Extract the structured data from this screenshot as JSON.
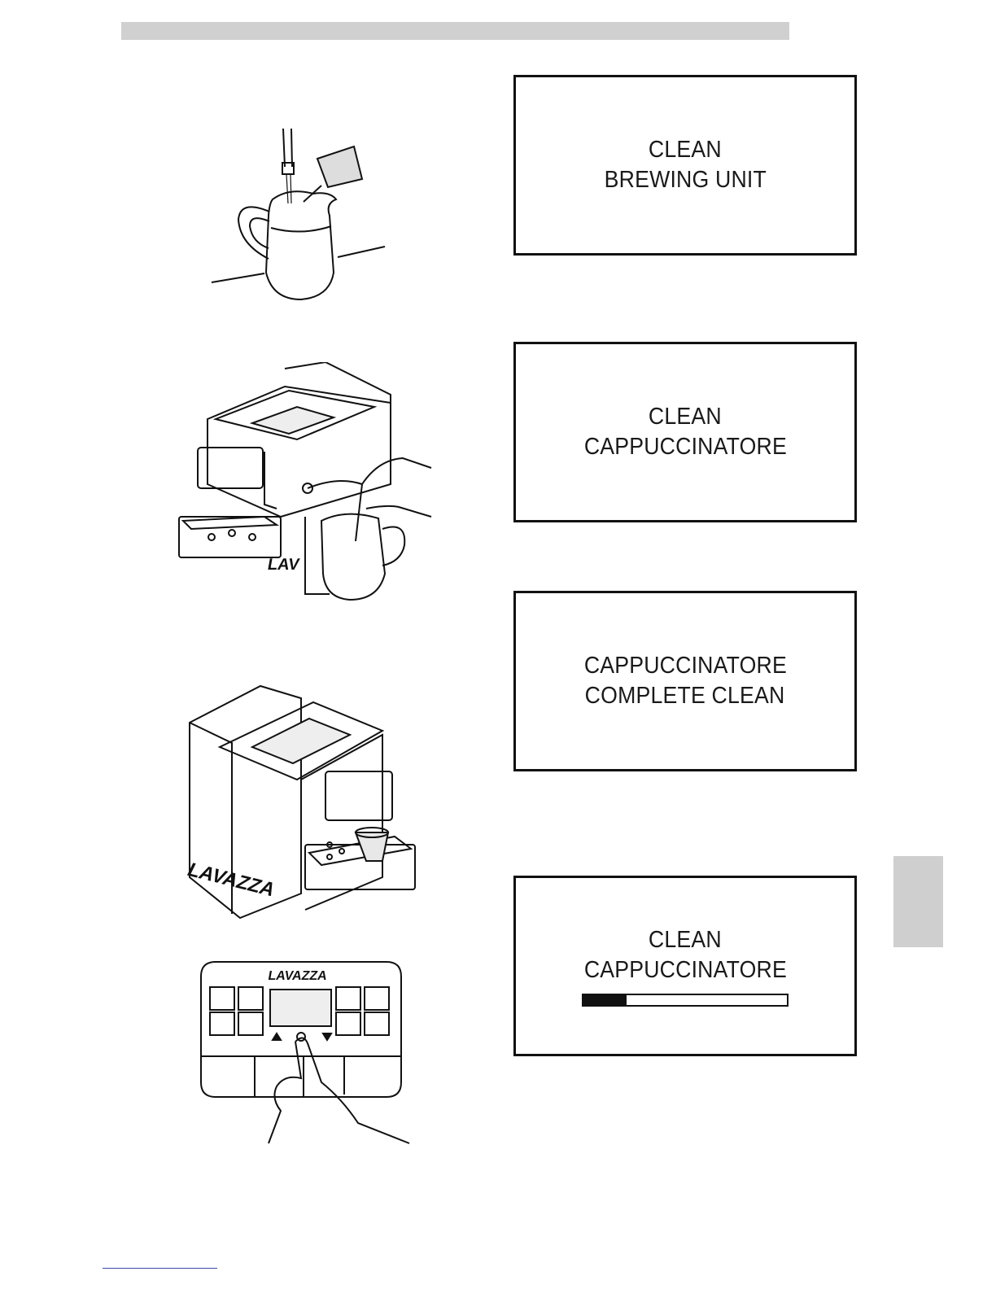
{
  "displays": [
    {
      "lines": [
        "CLEAN",
        "BREWING UNIT"
      ]
    },
    {
      "lines": [
        "CLEAN",
        "CAPPUCCINATORE"
      ]
    },
    {
      "lines": [
        "CAPPUCCINATORE",
        "COMPLETE CLEAN"
      ]
    },
    {
      "lines": [
        "CLEAN",
        "CAPPUCCINATORE"
      ],
      "progress_fraction": 0.21
    }
  ],
  "brand_logo_text": "LAVAZZA",
  "icons": {
    "step1": "jug-with-detergent-sachet-illustration",
    "step2": "machine-milk-tube-in-jug-illustration",
    "step3": "machine-cup-under-dispenser-illustration",
    "step4": "control-panel-press-button-illustration"
  }
}
